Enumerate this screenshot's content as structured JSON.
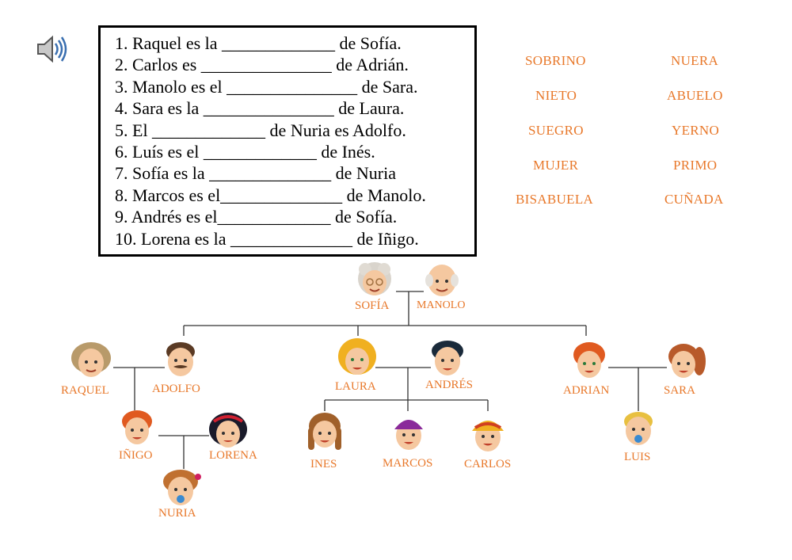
{
  "audio": {
    "icon": "speaker-icon"
  },
  "exercise": {
    "sentences": [
      "1. Raquel es la _____________ de Sofía.",
      "2. Carlos es _______________ de Adrián.",
      "3. Manolo es el _______________ de Sara.",
      "4. Sara es la _______________ de Laura.",
      "5. El _____________ de Nuria es Adolfo.",
      "6. Luís es el _____________ de Inés.",
      "7. Sofía es la ______________ de Nuria",
      "8. Marcos es el______________ de Manolo.",
      "9. Andrés es el_____________ de Sofía.",
      "10. Lorena es la ______________ de Iñigo."
    ]
  },
  "word_bank": [
    "SOBRINO",
    "NUERA",
    "NIETO",
    "ABUELO",
    "SUEGRO",
    "YERNO",
    "MUJER",
    "PRIMO",
    "BISABUELA",
    "CUÑADA"
  ],
  "family": {
    "sofia": "SOFÍA",
    "manolo": "MANOLO",
    "raquel": "RAQUEL",
    "adolfo": "ADOLFO",
    "laura": "LAURA",
    "andres": "ANDRÉS",
    "adrian": "ADRIAN",
    "sara": "SARA",
    "inigo": "IÑIGO",
    "lorena": "LORENA",
    "ines": "INES",
    "marcos": "MARCOS",
    "carlos": "CARLOS",
    "luis": "LUIS",
    "nuria": "NURIA"
  },
  "colors": {
    "label": "#e8782a",
    "line": "#333333",
    "border": "#000000"
  }
}
